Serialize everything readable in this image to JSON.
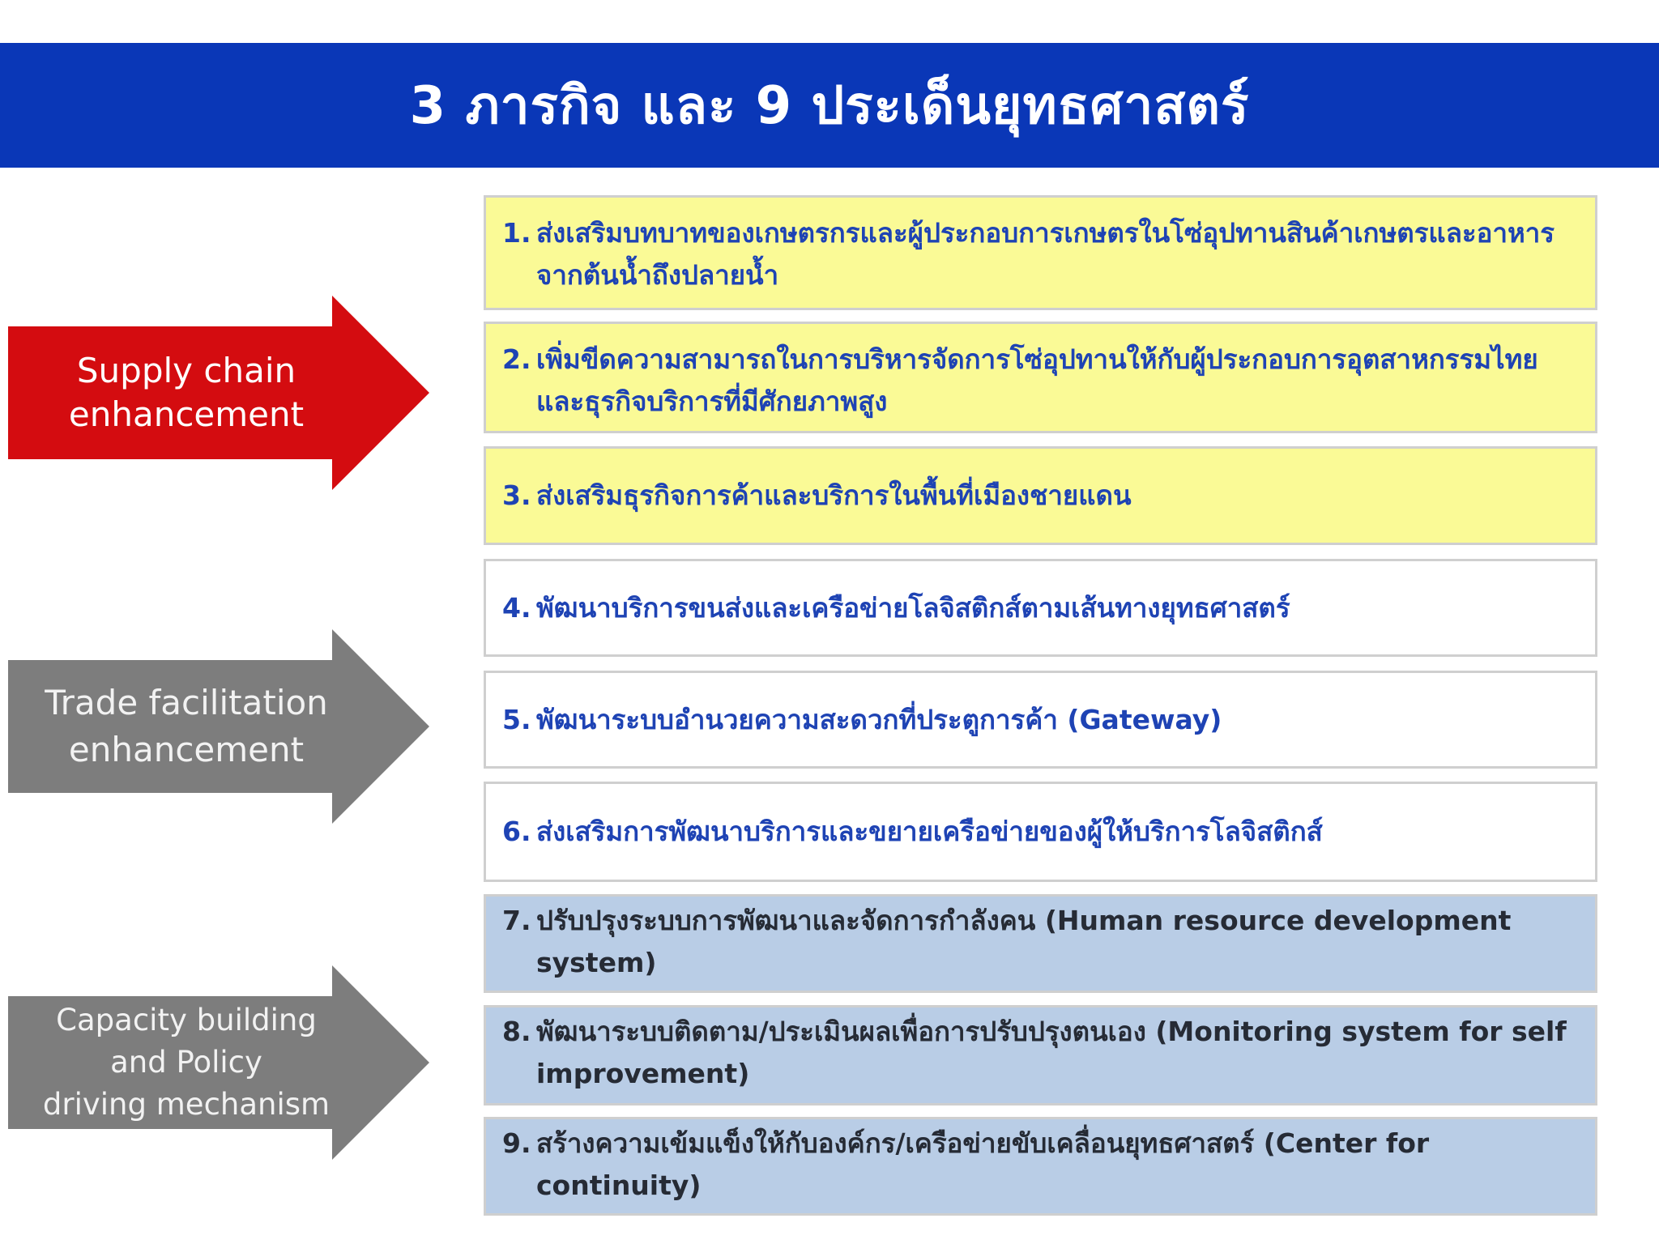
{
  "title": "3 ภารกิจ และ 9 ประเด็นยุทธศาสตร์",
  "colors": {
    "title_bar": "#0a37b7",
    "arrow_red": "#d40c10",
    "arrow_gray": "#7d7d7d",
    "yellow_box": "#fafa96",
    "white_box": "#ffffff",
    "blue_box": "#b9cde6",
    "blue_text": "#1e43b4",
    "dark_text": "#262b35"
  },
  "missions": [
    {
      "label": "Supply chain\nenhancement",
      "color": "#d40c10"
    },
    {
      "label": "Trade facilitation\nenhancement",
      "color": "#7d7d7d"
    },
    {
      "label": "Capacity building\nand Policy\ndriving  mechanism",
      "color": "#7d7d7d"
    }
  ],
  "issues": [
    {
      "number": "1.",
      "text": "ส่งเสริมบทบาทของเกษตรกรและผู้ประกอบการเกษตรในโซ่อุปทานสินค้าเกษตรและอาหารจากต้นน้ำถึงปลายน้ำ"
    },
    {
      "number": "2.",
      "text": "เพิ่มขีดความสามารถในการบริหารจัดการโซ่อุปทานให้กับผู้ประกอบการอุตสาหกรรมไทย และธุรกิจบริการที่มีศักยภาพสูง"
    },
    {
      "number": "3.",
      "text": "ส่งเสริมธุรกิจการค้าและบริการในพื้นที่เมืองชายแดน"
    },
    {
      "number": "4.",
      "text": "พัฒนาบริการขนส่งและเครือข่ายโลจิสติกส์ตามเส้นทางยุทธศาสตร์"
    },
    {
      "number": "5.",
      "text": "พัฒนาระบบอำนวยความสะดวกที่ประตูการค้า (Gateway)"
    },
    {
      "number": "6.",
      "text": "ส่งเสริมการพัฒนาบริการและขยายเครือข่ายของผู้ให้บริการโลจิสติกส์"
    },
    {
      "number": "7.",
      "text": "ปรับปรุงระบบการพัฒนาและจัดการกำลังคน (Human resource development system)"
    },
    {
      "number": "8.",
      "text": "พัฒนาระบบติดตาม/ประเมินผลเพื่อการปรับปรุงตนเอง (Monitoring system for self improvement)"
    },
    {
      "number": "9.",
      "text": "สร้างความเข้มแข็งให้กับองค์กร/เครือข่ายขับเคลื่อนยุทธศาสตร์ (Center for continuity)"
    }
  ]
}
